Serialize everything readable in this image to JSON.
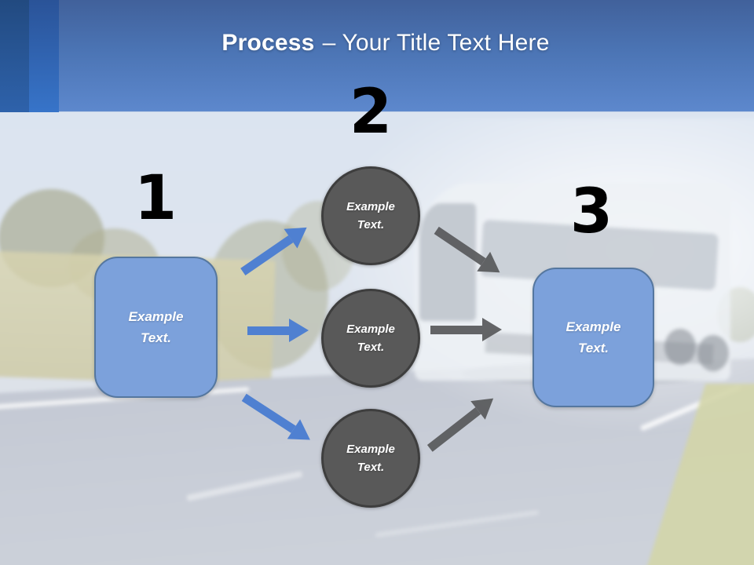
{
  "slide": {
    "header": {
      "title_emphasis": "Process",
      "title_rest": "– Your Title Text Here"
    },
    "steps": [
      {
        "number": "1",
        "shape": "rounded-rectangle",
        "label": "Example Text."
      },
      {
        "number": "2",
        "shape": "circle-group"
      },
      {
        "number": "3",
        "shape": "rounded-rectangle",
        "label": "Example Text."
      }
    ],
    "circle_labels": [
      "Example Text.",
      "Example Text.",
      "Example Text."
    ],
    "colors": {
      "header_top": "#41619b",
      "header_bottom": "#5d88cd",
      "stripe_dark": "#224a80",
      "stripe_mid": "#2a5398",
      "rect_fill": "#7ca1db",
      "rect_border": "#55779f",
      "circle_fill": "#595959",
      "circle_border": "#3e3e3e",
      "arrow_blue": "#4f80d1",
      "arrow_gray": "#58595b",
      "number_color": "#000000",
      "title_color": "#ffffff",
      "label_color": "#ffffff"
    }
  }
}
